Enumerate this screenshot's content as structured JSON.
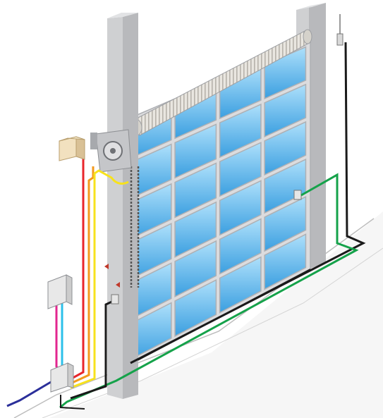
{
  "diagram": {
    "kind": "industrial sectional door installation",
    "texts": []
  },
  "colors": {
    "background": "#ffffff",
    "post_front": "#cfd0d2",
    "post_side": "#b8b9bc",
    "post_edge": "#9c9ea2",
    "door_frame": "#dcdcde",
    "door_frame_dark": "#aeb0b4",
    "glass_top": "#aee0fb",
    "glass_bottom": "#3b9fe0",
    "floor_line": "#bdbdbd",
    "spring": "#e9e6e0",
    "spring_ring": "#b6b2aa",
    "motor_box": "#f2e1bf",
    "motor_box_side": "#d9c196",
    "control_box": "#e8e8e8",
    "cable_red": "#e8262b",
    "cable_orange": "#f39a1c",
    "cable_yellow": "#f7e21c",
    "cable_black": "#1a1a1a",
    "cable_green": "#15a24a",
    "cable_magenta": "#e2268f",
    "cable_cyan": "#2cc0ea",
    "cable_blue": "#2b2f9a",
    "chain": "#555555"
  },
  "components": [
    {
      "id": "left-post",
      "icon": "steel-post"
    },
    {
      "id": "right-post",
      "icon": "steel-post"
    },
    {
      "id": "door-panel",
      "icon": "sectional-door",
      "window_rows": 6,
      "window_cols": 4
    },
    {
      "id": "torsion-spring",
      "icon": "spring-shaft"
    },
    {
      "id": "drive-motor",
      "icon": "gear-motor"
    },
    {
      "id": "junction-box",
      "icon": "beige-box"
    },
    {
      "id": "control-unit",
      "icon": "control-box"
    },
    {
      "id": "photocell-left",
      "icon": "photocell"
    },
    {
      "id": "photocell-right",
      "icon": "photocell"
    },
    {
      "id": "key-switch",
      "icon": "switch"
    },
    {
      "id": "floor-junction",
      "icon": "junction-box"
    }
  ]
}
